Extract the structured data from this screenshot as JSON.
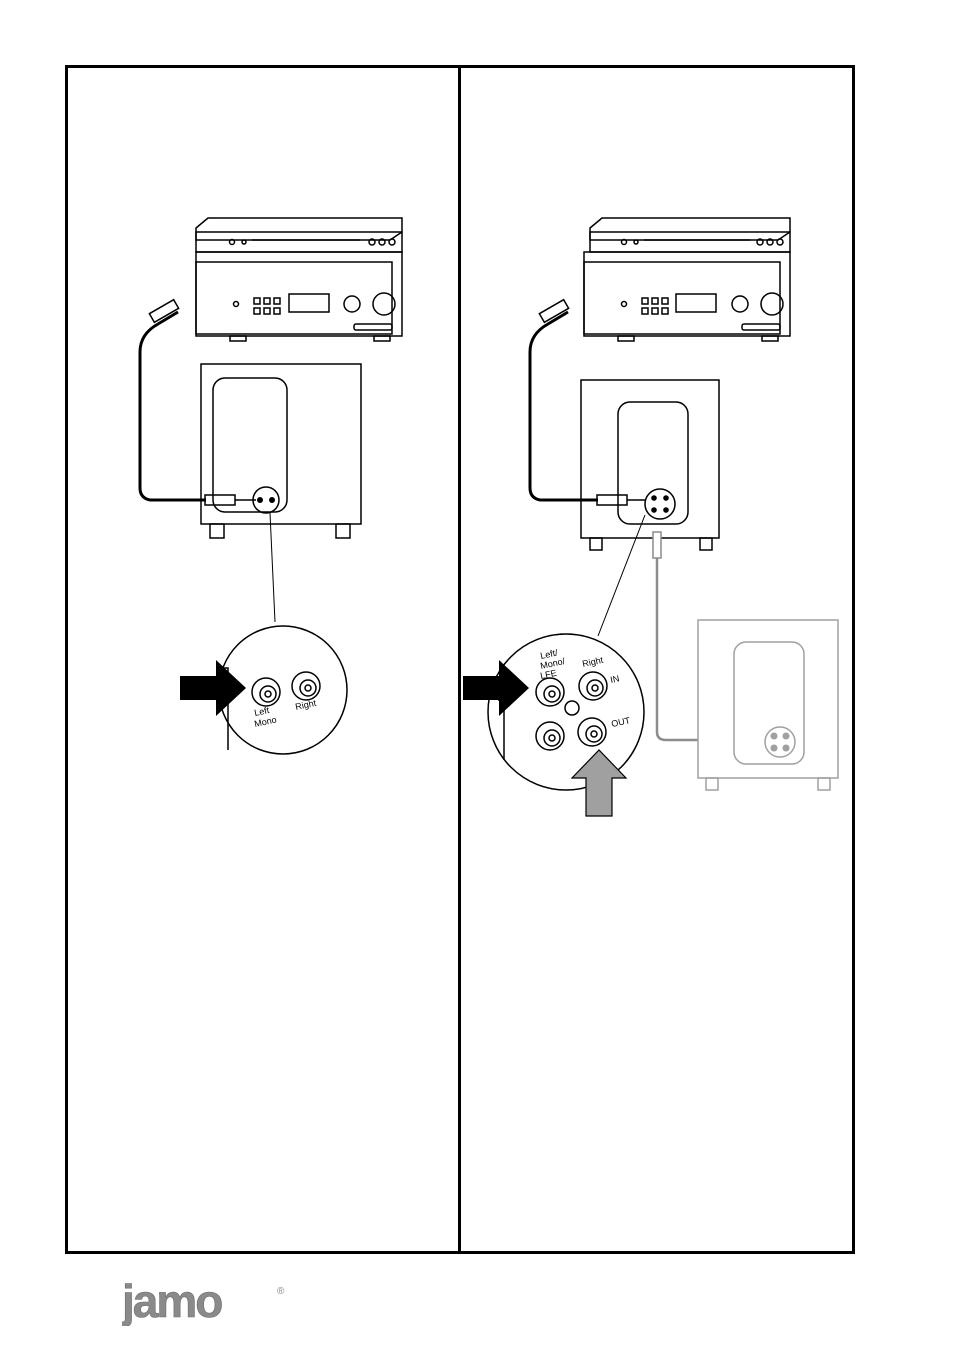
{
  "left_panel": {
    "jack_labels": {
      "left_mono": [
        "Left",
        "Mono"
      ],
      "right": "Right"
    }
  },
  "right_panel": {
    "jack_labels": {
      "left_mono_lfe": [
        "Left/",
        "Mono/",
        "LFE"
      ],
      "right": "Right",
      "in": "IN",
      "out": "OUT"
    }
  },
  "brand": {
    "logo": "jamo",
    "registered_mark": "®",
    "color": "#8a8a8a"
  },
  "colors": {
    "line": "#000000",
    "arrow_primary": "#000000",
    "arrow_secondary": "#a0a0a0",
    "cable_secondary": "#8c8c8c"
  }
}
